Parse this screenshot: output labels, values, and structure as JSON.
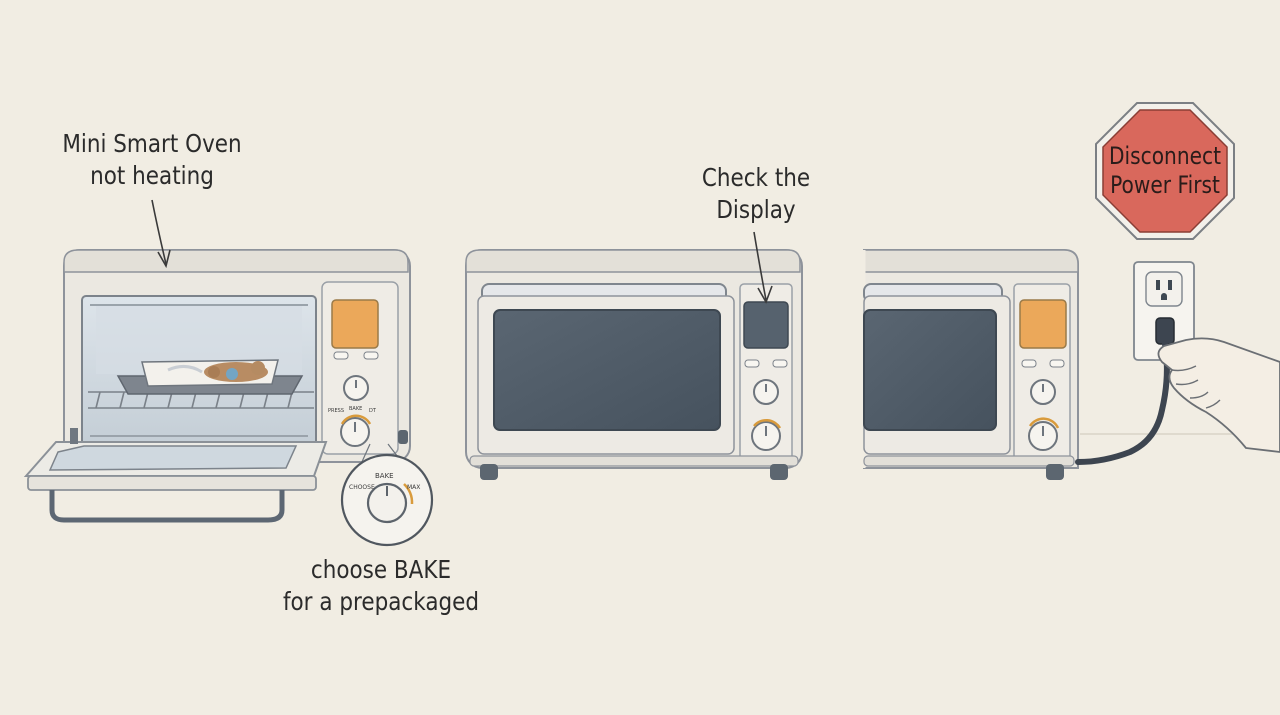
{
  "panels": {
    "oven_not_heating": {
      "caption_line1": "Mini Smart Oven",
      "caption_line2": "not heating"
    },
    "choose_bake": {
      "caption_line1": "choose BAKE",
      "caption_line2": "for a prepackaged",
      "dial_label_center": "BAKE",
      "dial_label_left": "CHOOSE",
      "dial_label_right": "MAX",
      "knob_labels": [
        "PRESS",
        "BAKE",
        "DT"
      ]
    },
    "check_display": {
      "caption_line1": "Check the",
      "caption_line2": "Display"
    },
    "disconnect_power": {
      "sign_line1": "Disconnect",
      "sign_line2": "Power First"
    }
  },
  "colors": {
    "background": "#f1ede3",
    "oven_body": "#ebe8e1",
    "oven_outline": "#8e939b",
    "window_dark": "#4e5a66",
    "display_orange": "#eba85a",
    "display_dark": "#56626e",
    "dial_accent": "#d99b3c",
    "stop_sign": "#d9685c",
    "cord": "#3d4550"
  }
}
